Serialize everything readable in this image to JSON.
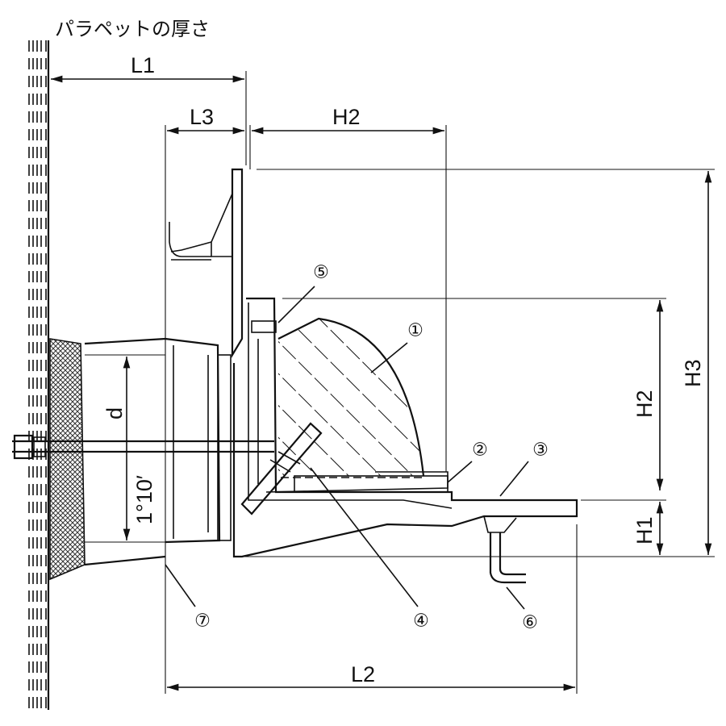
{
  "title": "パラペットの厚さ",
  "dimensions": {
    "L1": "L1",
    "L2": "L2",
    "L3": "L3",
    "H2_top": "H2",
    "H2_side": "H2",
    "H3": "H3",
    "H1": "H1",
    "d": "d",
    "angle": "1°10′"
  },
  "callouts": [
    "①",
    "②",
    "③",
    "④",
    "⑤",
    "⑥",
    "⑦"
  ]
}
